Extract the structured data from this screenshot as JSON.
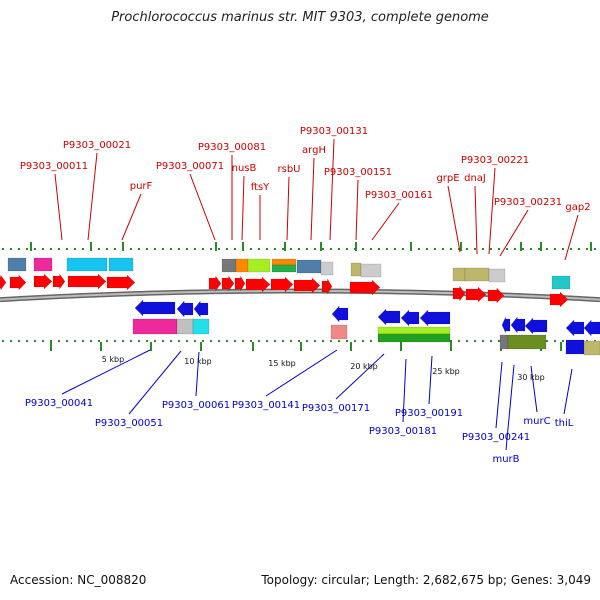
{
  "title": "Prochlorococcus marinus str. MIT 9303, complete genome",
  "accession": "Accession: NC_008820",
  "summary": "Topology: circular; Length: 2,682,675 bp; Genes: 3,049",
  "colors": {
    "cds": "#ff0000",
    "rev_gene": "#1010dd",
    "label_top": "#cc0000",
    "label_bottom": "#0000cc",
    "backbone": "#888888",
    "ticks": "#2a8a2a"
  },
  "scale_labels": [
    "5 kbp",
    "10 kbp",
    "15 kbp",
    "20 kbp",
    "25 kbp",
    "30 kbp"
  ],
  "top_labels": [
    "P9303_00011",
    "P9303_00021",
    "purF",
    "P9303_00071",
    "P9303_00081",
    "nusB",
    "ftsY",
    "rsbU",
    "argH",
    "P9303_00131",
    "P9303_00151",
    "P9303_00161",
    "grpE",
    "dnaJ",
    "P9303_00221",
    "P9303_00231",
    "gap2"
  ],
  "bottom_labels": [
    "P9303_00041",
    "P9303_00051",
    "P9303_00061",
    "P9303_00141",
    "P9303_00171",
    "P9303_00191",
    "P9303_00181",
    "P9303_00241",
    "murC",
    "murB",
    "thiL"
  ]
}
